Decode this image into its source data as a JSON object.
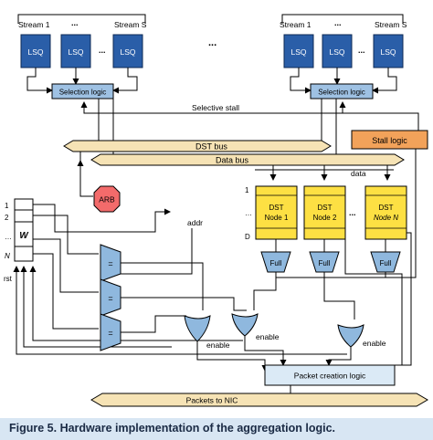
{
  "colors": {
    "lsq_fill": "#2a5ea8",
    "lsq_text": "#ffffff",
    "selection_fill": "#9ec1e3",
    "dst_fill": "#fde043",
    "full_fill": "#8fb8de",
    "bus_fill": "#f6e3b5",
    "arb_fill": "#f36b6b",
    "stall_fill": "#f2a25a",
    "packet_fill": "#dbeaf6",
    "caption_band": "#d8e6f3"
  },
  "icons": {
    "arbiter": "octagon-icon",
    "mux": "trapezoid-mux-icon",
    "and_gate": "and-gate-icon"
  },
  "left_group": {
    "stream_first": "Stream 1",
    "stream_mid": "...",
    "stream_last": "Stream S",
    "lsq": [
      "LSQ",
      "LSQ",
      "LSQ"
    ],
    "lsq_ellipsis": "...",
    "selection_logic": "Selection logic"
  },
  "right_group": {
    "stream_first": "Stream 1",
    "stream_mid": "...",
    "stream_last": "Stream S",
    "lsq": [
      "LSQ",
      "LSQ",
      "LSQ"
    ],
    "lsq_ellipsis": "...",
    "selection_logic": "Selection logic"
  },
  "group_ellipsis": "...",
  "selective_stall": "Selective stall",
  "stall_logic": "Stall logic",
  "dst_bus": "DST bus",
  "data_bus": "Data bus",
  "data_label": "data",
  "arb": "ARB",
  "addr_label": "addr",
  "row_labels": {
    "r1": "1",
    "rdots": "…",
    "rD": "D"
  },
  "dst_nodes": [
    {
      "line1": "DST",
      "line2": "Node 1"
    },
    {
      "line1": "DST",
      "line2": "Node 2"
    },
    {
      "line1": "DST",
      "line2": "Node N"
    }
  ],
  "dst_ellipsis": "...",
  "full_labels": [
    "Full",
    "Full",
    "Full"
  ],
  "reg": {
    "r1": "1",
    "r2": "2",
    "rdots": "…",
    "rN": "N",
    "w": "W"
  },
  "rst": "rst",
  "mux_labels": [
    "=",
    "=",
    "="
  ],
  "enable_labels": [
    "enable",
    "enable",
    "enable"
  ],
  "packet_creation_logic": "Packet creation logic",
  "packets_to_nic": "Packets to NIC",
  "caption": "Figure 5. Hardware implementation of the aggregation logic."
}
